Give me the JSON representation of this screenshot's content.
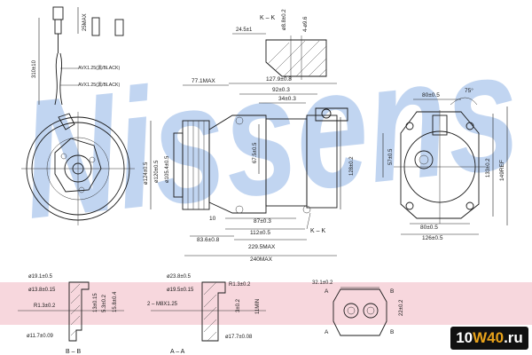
{
  "watermark": "Nissens",
  "labels": {
    "top_left": {
      "max25": "25MAX",
      "len310": "310±10",
      "wire1": "AVX1.25(黒/BLACK)",
      "wire2": "AVX1.25(黒/BLACK)"
    },
    "section_kk": {
      "title": "K – K",
      "w": "24.5±1",
      "d": "ø8.8±0.2",
      "h": "4-ø9.6"
    },
    "front": {
      "max": "77.1MAX",
      "d124": "ø124±0.5",
      "d120": "ø120±0.5",
      "d105": "ø105.4±0.5"
    },
    "side": {
      "l127": "127.9±0.8",
      "l92": "92±0.3",
      "l34": "34±0.3",
      "l67": "67.5±0.5",
      "l128": "128±0.2",
      "l10": "10",
      "l87": "87±0.3",
      "l112": "112±0.5",
      "l83": "83.6±0.8",
      "l229": "229.5MAX",
      "l240": "240MAX",
      "kk": "K – K"
    },
    "right": {
      "l80": "80±0.5",
      "ang": "75°",
      "l57": "57±0.5",
      "l133": "133±0.2",
      "l149": "149REF",
      "l80b": "80±0.5",
      "l126": "126±0.5"
    },
    "bb": {
      "d19": "ø19.1±0.5",
      "d13": "ø13.8±0.15",
      "r13": "R1.3±0.2",
      "h13": "13±0.15",
      "h5": "5.3±0.2",
      "h15": "15.8±0.4",
      "d11": "ø11.7±0.09",
      "cap": "B – B"
    },
    "aa": {
      "d23": "ø23.8±0.5",
      "d19": "ø19.5±0.15",
      "thread": "2 – M8X1.25",
      "r13": "R1.3±0.2",
      "h3": "3±0.2",
      "h11": "11MIN",
      "d17": "ø17.7±0.08",
      "cap": "A – A"
    },
    "port": {
      "w32": "32.1±0.2",
      "h22": "22±0.2",
      "a": "A",
      "b": "B"
    }
  },
  "badge": {
    "part1": "10",
    "part2": "W40",
    "part3": ".ru"
  }
}
